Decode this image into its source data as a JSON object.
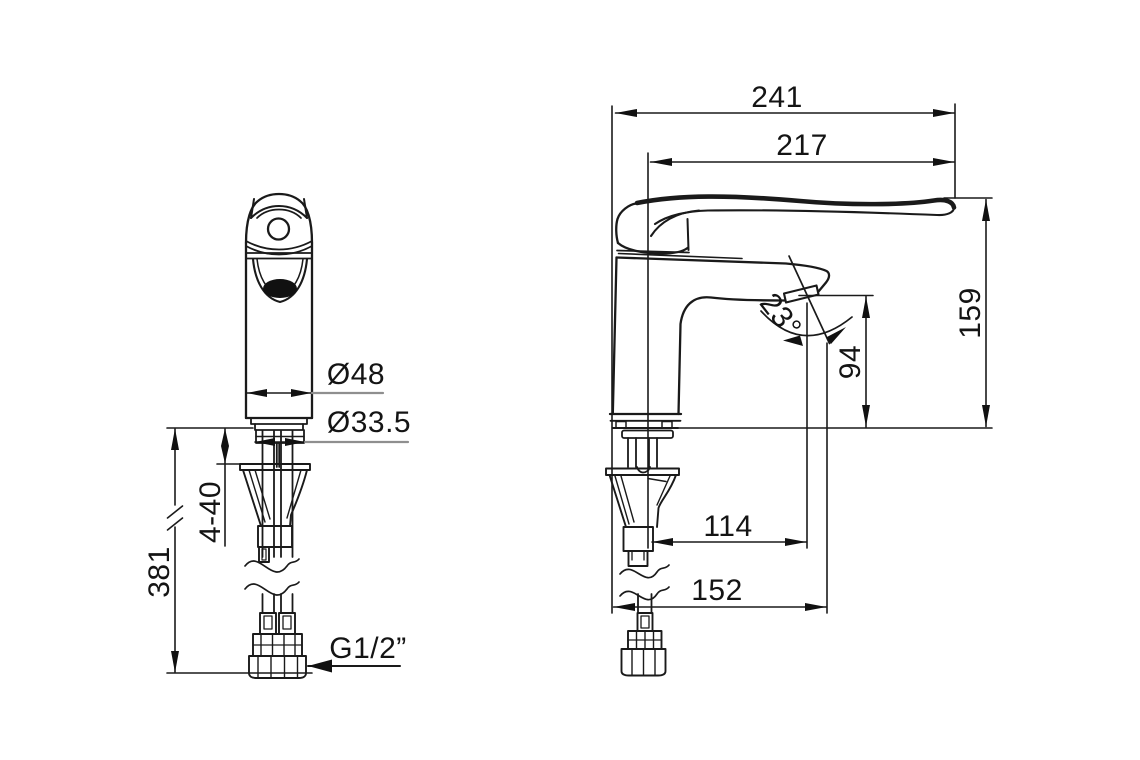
{
  "front_view": {
    "body_diameter": "Ø48",
    "shank_diameter": "Ø33.5",
    "clamp_range": "4-40",
    "below_deck_height": "381",
    "connection_thread": "G1/2”"
  },
  "side_view": {
    "overall_length": "241",
    "lever_length": "217",
    "lever_tip_height": "159",
    "outlet_height": "94",
    "spout_angle": "23°",
    "outlet_reach": "114",
    "spout_reach": "152"
  },
  "colors": {
    "line": "#1a1a1a",
    "leader_gray": "#8f8f8f",
    "background": "#ffffff"
  }
}
